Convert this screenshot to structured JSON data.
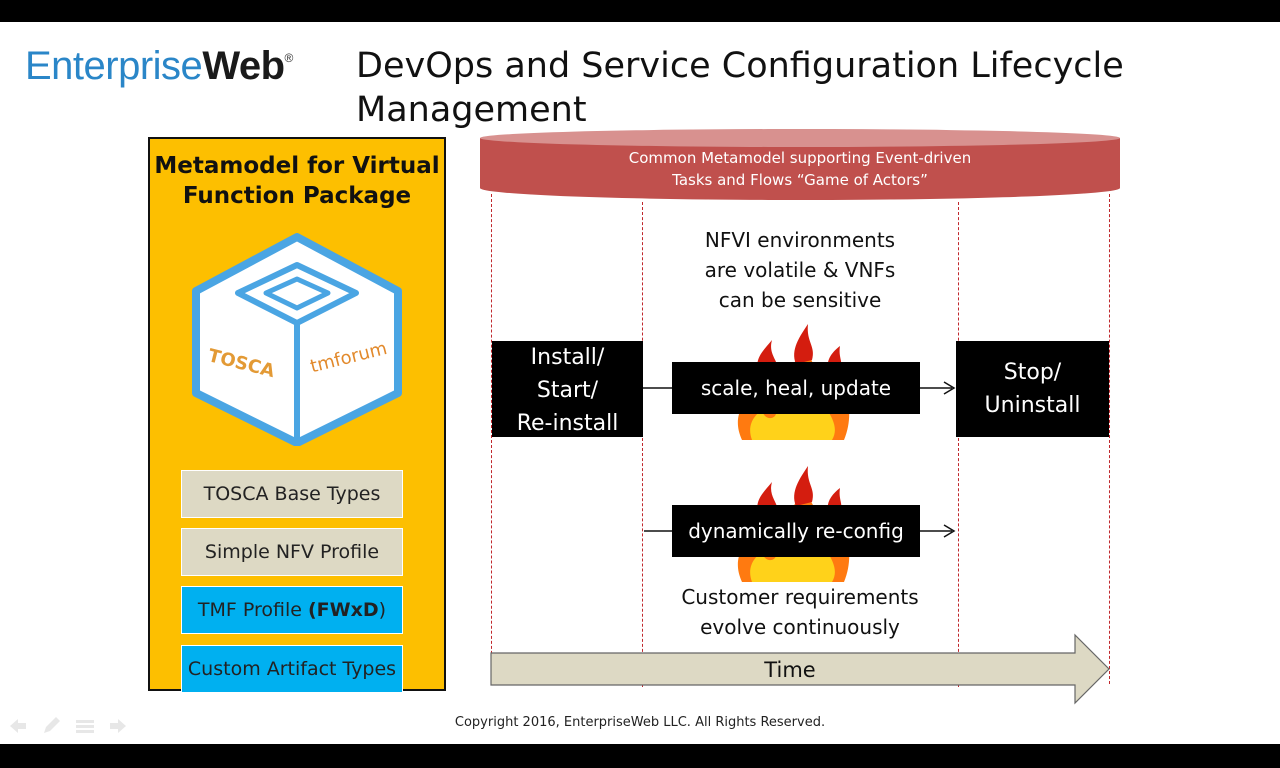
{
  "header": {
    "logo_part1": "Enterprise",
    "logo_part2": "Web",
    "logo_reg": "®",
    "title": "DevOps and Service Configuration Lifecycle Management"
  },
  "left_panel": {
    "title_line1": "Metamodel for Virtual",
    "title_line2": "Function Package",
    "cube_label_tosca": "TOSCA",
    "cube_label_tmforum": "tmforum",
    "boxes": [
      {
        "label": "TOSCA Base Types"
      },
      {
        "label": "Simple NFV Profile"
      },
      {
        "label_plain": "TMF Profile ",
        "label_bold": "(FWxD",
        "label_end": ")"
      },
      {
        "label": "Custom Artifact Types"
      }
    ]
  },
  "diagram": {
    "cylinder_line1": "Common Metamodel supporting Event-driven",
    "cylinder_line2": "Tasks and Flows “Game of Actors”",
    "nfvi_line1": "NFVI environments",
    "nfvi_line2": "are volatile & VNFs",
    "nfvi_line3": "can be sensitive",
    "install_line1": "Install/",
    "install_line2": "Start/",
    "install_line3": "Re-install",
    "scale_label": "scale, heal, update",
    "stop_line1": "Stop/",
    "stop_line2": "Uninstall",
    "reconfig_label": "dynamically re-config",
    "customer_line1": "Customer requirements",
    "customer_line2": "evolve continuously",
    "time_label": "Time"
  },
  "footer": {
    "copyright": "Copyright 2016, EnterpriseWeb LLC. All Rights Reserved."
  },
  "colors": {
    "logo_blue": "#2a86c8",
    "panel_orange": "#fdbf00",
    "cylinder_red": "#c0504d",
    "box_grey": "#ddd9c4",
    "box_blue": "#00b0f0",
    "time_arrow": "#ddd9c4"
  }
}
